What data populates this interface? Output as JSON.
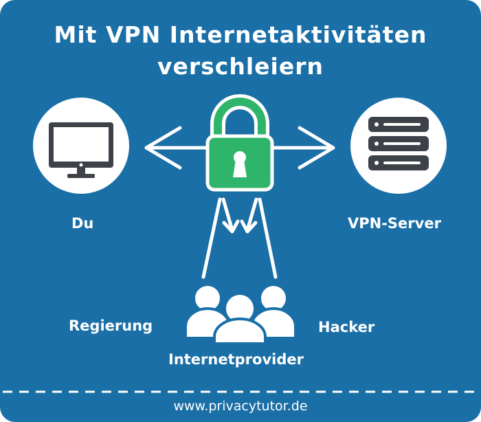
{
  "title": {
    "line1": "Mit VPN Internetaktivitäten",
    "line2": "verschleiern"
  },
  "nodes": {
    "you": {
      "label": "Du",
      "icon": "monitor-icon"
    },
    "server": {
      "label": "VPN-Server",
      "icon": "server-icon"
    },
    "lock": {
      "icon": "padlock-icon"
    },
    "observers": {
      "icon": "people-group-icon",
      "left_label": "Regierung",
      "right_label": "Hacker",
      "bottom_label": "Internetprovider"
    }
  },
  "footer": {
    "url": "www.privacytutor.de"
  },
  "colors": {
    "background": "#1a6fa7",
    "lock_green": "#2fb56a",
    "lock_outline": "#ffffff",
    "icon_dark": "#3d4148",
    "white": "#ffffff"
  }
}
